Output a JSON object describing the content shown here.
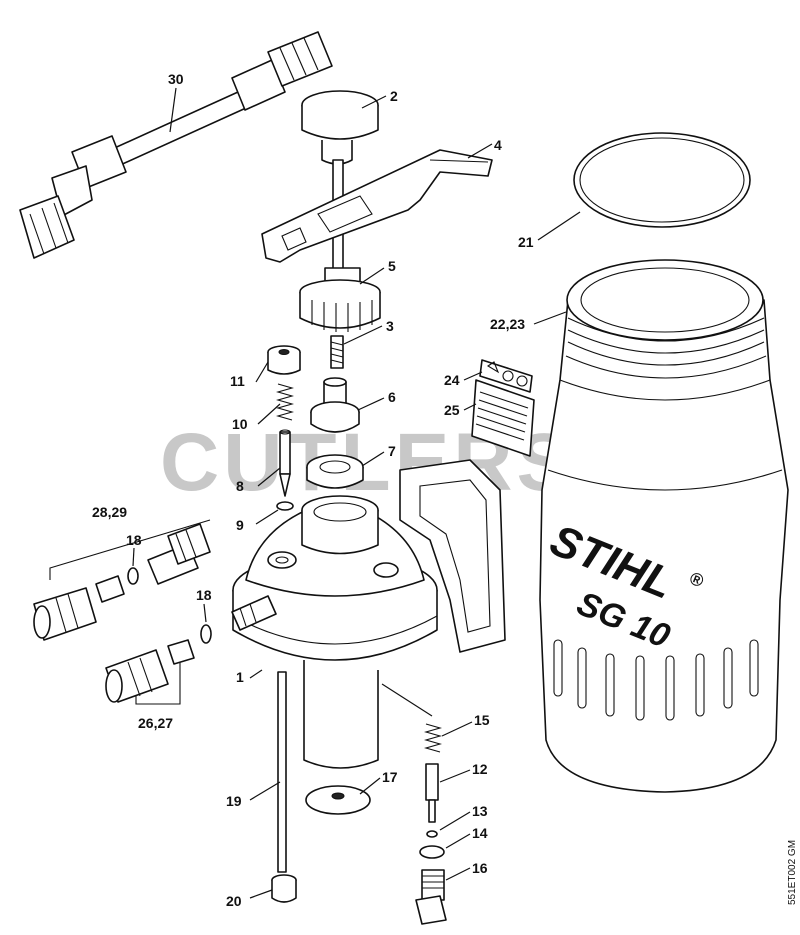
{
  "watermark": "CUTLERS",
  "drawing_code": "551ET002 GM",
  "brand": {
    "logo_text": "STIHL",
    "registered": "®",
    "model": "SG 10"
  },
  "callouts": {
    "c30": "30",
    "c2": "2",
    "c4": "4",
    "c21": "21",
    "c5": "5",
    "c3": "3",
    "c11": "11",
    "c22_23": "22,23",
    "c24": "24",
    "c25": "25",
    "c10": "10",
    "c6": "6",
    "c7": "7",
    "c8": "8",
    "c9": "9",
    "c28_29": "28,29",
    "c18a": "18",
    "c18b": "18",
    "c1": "1",
    "c26_27": "26,27",
    "c15": "15",
    "c12": "12",
    "c17": "17",
    "c19": "19",
    "c13": "13",
    "c14": "14",
    "c16": "16",
    "c20": "20"
  }
}
